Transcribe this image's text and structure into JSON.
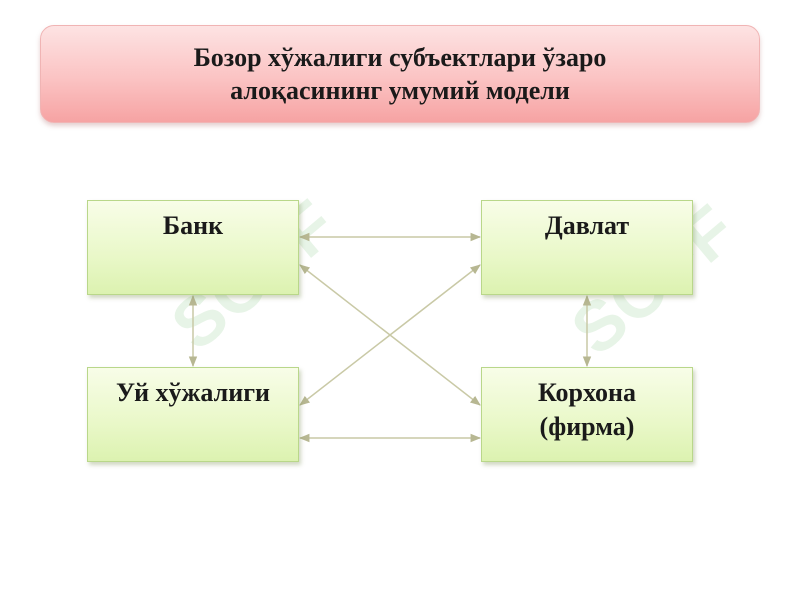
{
  "title": {
    "line1": "Бозор хўжалиги субъектлари ўзаро",
    "line2": "алоқасининг умумий модели"
  },
  "nodes": {
    "bank": "Банк",
    "government": "Давлат",
    "household": "Уй хўжалиги",
    "firm_line1": "Корхона",
    "firm_line2": "(фирма)"
  },
  "connections": [
    {
      "from": "Банк",
      "to": "Давлат",
      "direction": "both"
    },
    {
      "from": "Банк",
      "to": "Уй хўжалиги",
      "direction": "both"
    },
    {
      "from": "Давлат",
      "to": "Корхона (фирма)",
      "direction": "both"
    },
    {
      "from": "Уй хўжалиги",
      "to": "Корхона (фирма)",
      "direction": "both"
    },
    {
      "from": "Банк",
      "to": "Корхона (фирма)",
      "direction": "both"
    },
    {
      "from": "Уй хўжалиги",
      "to": "Давлат",
      "direction": "both"
    }
  ],
  "watermark": "SOFF",
  "colors": {
    "banner": "#fbc3c3",
    "box_fill": "#e9f8c8",
    "box_border": "#b9d78a",
    "connector": "#c9c9a6"
  }
}
